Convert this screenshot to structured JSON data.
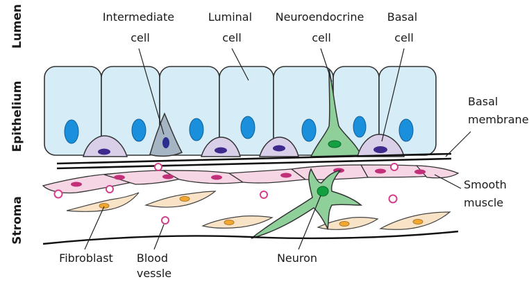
{
  "regions": {
    "lumen": "Lumen",
    "epithelium": "Epithelium",
    "stroma": "Stroma"
  },
  "labels": {
    "intermediate_cell": [
      "Intermediate",
      "cell"
    ],
    "luminal_cell": [
      "Luminal",
      "cell"
    ],
    "neuroendocrine_cell": [
      "Neuroendocrine",
      "cell"
    ],
    "basal_cell": [
      "Basal",
      "cell"
    ],
    "basal_membrane": [
      "Basal",
      "membrane"
    ],
    "smooth_muscle": [
      "Smooth",
      "muscle"
    ],
    "fibroblast": "Fibroblast",
    "blood_vessle": [
      "Blood",
      "vessle"
    ],
    "neuron": "Neuron"
  },
  "colors": {
    "luminal_cell": "#d6ecf7",
    "luminal_nucleus": "#1a8fdc",
    "basal_cell": "#d9cfe9",
    "intermediate_cell": "#a6b5c4",
    "neuroendocrine_cell": "#8ecf9a",
    "smooth_muscle": "#f6d6e4",
    "fibroblast": "#f8e3c6",
    "blood_vessel": "#d0408a"
  }
}
